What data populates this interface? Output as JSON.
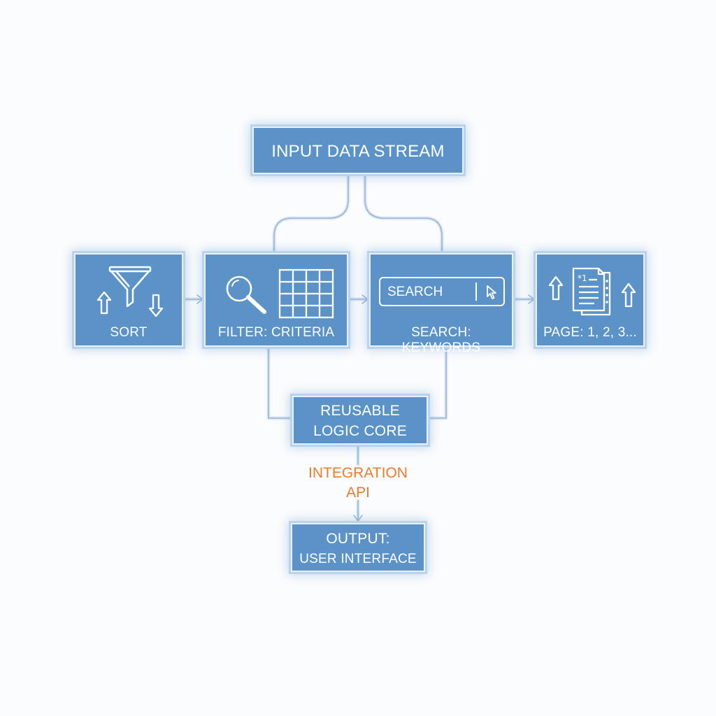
{
  "nodes": {
    "input": {
      "label": "INPUT DATA STREAM"
    },
    "sort": {
      "label": "SORT"
    },
    "filter": {
      "label": "FILTER: CRITERIA"
    },
    "search": {
      "label": "SEARCH: KEYWORDS",
      "bar_text": "SEARCH"
    },
    "page": {
      "label": "PAGE: 1, 2, 3...",
      "doc_marks": "*1"
    },
    "core": {
      "line1": "REUSABLE",
      "line2": "LOGIC CORE"
    },
    "api": {
      "line1": "INTEGRATION",
      "line2": "API"
    },
    "output": {
      "line1": "OUTPUT:",
      "line2": "USER INTERFACE"
    }
  },
  "colors": {
    "box_fill": "#5b93c8",
    "box_glow": "#b9d3ec",
    "connector": "#9ab7d6",
    "api_text": "#f07a2c",
    "icon": "#ffffff"
  },
  "icons": [
    "funnel-icon",
    "arrow-up-icon",
    "arrow-down-icon",
    "magnifier-icon",
    "grid-icon",
    "cursor-icon",
    "document-icon"
  ]
}
